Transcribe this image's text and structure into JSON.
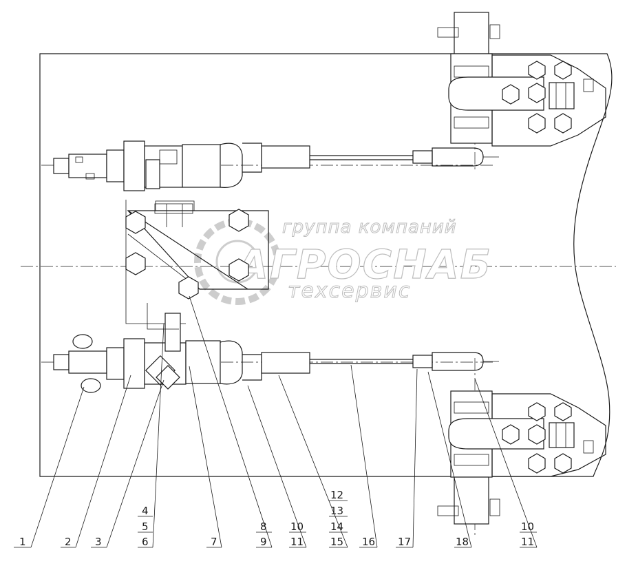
{
  "watermark": {
    "line1": "группа компаний",
    "line2": "АГРОСНАБ",
    "line3": "техсервис"
  },
  "callouts": {
    "c1": "1",
    "c2": "2",
    "c3": "3",
    "c4": "4",
    "c5": "5",
    "c6": "6",
    "c7": "7",
    "c8": "8",
    "c9": "9",
    "c10a": "10",
    "c11a": "11",
    "c12": "12",
    "c13": "13",
    "c14": "14",
    "c15": "15",
    "c16": "16",
    "c17": "17",
    "c18": "18",
    "c10b": "10",
    "c11b": "11"
  }
}
